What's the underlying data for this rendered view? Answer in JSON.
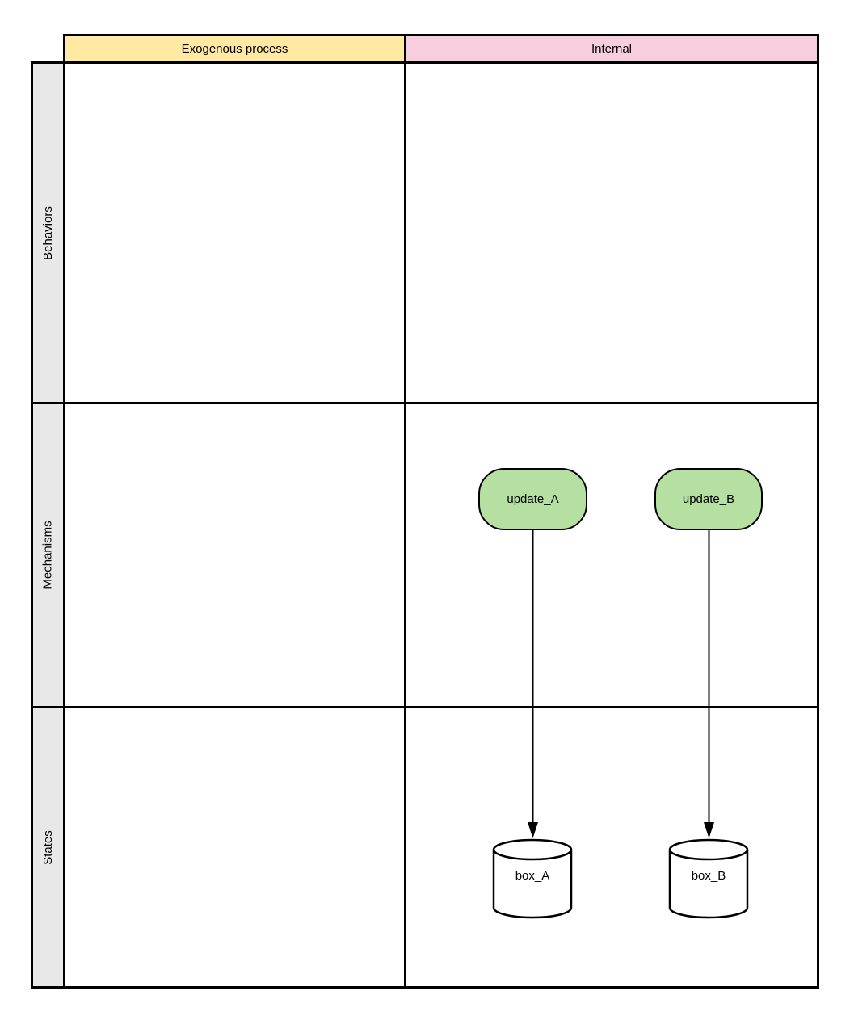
{
  "diagram": {
    "type": "swimlane-matrix",
    "column_headers": [
      {
        "id": "exogenous",
        "label": "Exogenous process",
        "fill": "#ffe9a3"
      },
      {
        "id": "internal",
        "label": "Internal",
        "fill": "#f7cede"
      }
    ],
    "row_headers": [
      {
        "id": "behaviors",
        "label": "Behaviors",
        "fill": "#e8e8e8"
      },
      {
        "id": "mechanisms",
        "label": "Mechanisms",
        "fill": "#e8e8e8"
      },
      {
        "id": "states",
        "label": "States",
        "fill": "#e8e8e8"
      }
    ],
    "nodes": [
      {
        "id": "update_A",
        "label": "update_A",
        "shape": "rounded-rectangle",
        "fill": "#b6e0a2",
        "row": "Mechanisms",
        "column": "Internal"
      },
      {
        "id": "update_B",
        "label": "update_B",
        "shape": "rounded-rectangle",
        "fill": "#b6e0a2",
        "row": "Mechanisms",
        "column": "Internal"
      },
      {
        "id": "box_A",
        "label": "box_A",
        "shape": "cylinder",
        "fill": "#ffffff",
        "row": "States",
        "column": "Internal"
      },
      {
        "id": "box_B",
        "label": "box_B",
        "shape": "cylinder",
        "fill": "#ffffff",
        "row": "States",
        "column": "Internal"
      }
    ],
    "edges": [
      {
        "from": "update_A",
        "to": "box_A",
        "direction": "down",
        "arrowhead": "filled-triangle"
      },
      {
        "from": "update_B",
        "to": "box_B",
        "direction": "down",
        "arrowhead": "filled-triangle"
      }
    ],
    "colors": {
      "grid_line": "#000000",
      "background": "#ffffff"
    }
  }
}
